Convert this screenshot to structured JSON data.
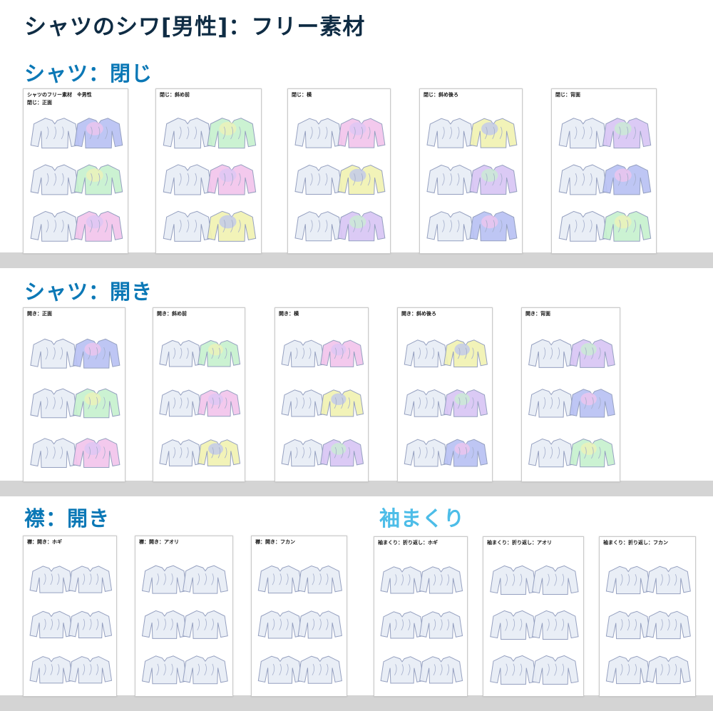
{
  "page_title": "シャツのシワ[男性]：フリー素材",
  "colors": {
    "title": "#0f2c44",
    "heading_dark": "#0b78b6",
    "heading_light": "#4dbde8",
    "band": "#d4d4d4",
    "shirt_fill": "#e8edf6",
    "shirt_stroke": "#8d99bb"
  },
  "sections": [
    {
      "heading": "シャツ：閉じ",
      "sheets": [
        {
          "label": "シャツのフリー素材　※男性",
          "sub": "閉じ：正面",
          "style": "closed"
        },
        {
          "label": "閉じ：斜め前",
          "sub": "",
          "style": "closed"
        },
        {
          "label": "閉じ：横",
          "sub": "",
          "style": "closed"
        },
        {
          "label": "閉じ：斜め後ろ",
          "sub": "",
          "style": "closed"
        },
        {
          "label": "閉じ：背面",
          "sub": "",
          "style": "closed"
        }
      ]
    },
    {
      "heading": "シャツ：開き",
      "sheets": [
        {
          "label": "開き：正面",
          "sub": "",
          "style": "open"
        },
        {
          "label": "開き：斜め前",
          "sub": "",
          "style": "open"
        },
        {
          "label": "開き：横",
          "sub": "",
          "style": "open"
        },
        {
          "label": "開き：斜め後ろ",
          "sub": "",
          "style": "open"
        },
        {
          "label": "開き：背面",
          "sub": "",
          "style": "open"
        }
      ]
    },
    {
      "heading": "襟：開き",
      "sheets": [
        {
          "label": "襟：開き：ホギ",
          "sub": "",
          "style": "collar"
        },
        {
          "label": "襟：開き：アオリ",
          "sub": "",
          "style": "collar"
        },
        {
          "label": "襟：開き：フカン",
          "sub": "",
          "style": "collar"
        }
      ]
    },
    {
      "heading": "袖まくり",
      "sheets": [
        {
          "label": "袖まくり：折り返し：ホギ",
          "sub": "",
          "style": "sleeve"
        },
        {
          "label": "袖まくり：折り返し：アオリ",
          "sub": "",
          "style": "sleeve"
        },
        {
          "label": "袖まくり：折り返し：フカン",
          "sub": "",
          "style": "sleeve"
        }
      ]
    }
  ]
}
